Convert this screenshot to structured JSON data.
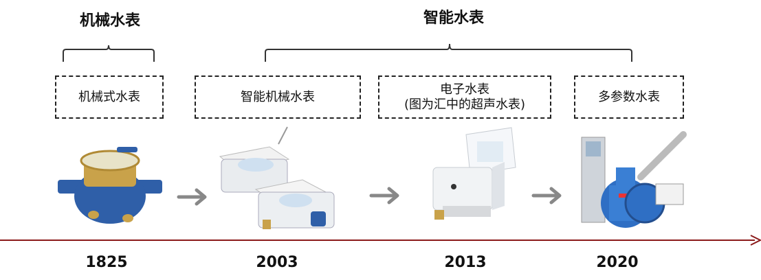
{
  "groups": {
    "mechanical": "机械水表",
    "smart": "智能水表"
  },
  "stages": [
    {
      "label": "机械式水表",
      "label2": "",
      "year": "1825"
    },
    {
      "label": "智能机械水表",
      "label2": "",
      "year": "2003"
    },
    {
      "label": "电子水表",
      "label2": "(图为汇中的超声水表)",
      "year": "2013"
    },
    {
      "label": "多参数水表",
      "label2": "",
      "year": "2020"
    }
  ],
  "colors": {
    "timeline": "#8b1a1a",
    "arrow": "#888888",
    "meter_blue": "#2f5fa8",
    "meter_brass": "#c9a24a"
  }
}
